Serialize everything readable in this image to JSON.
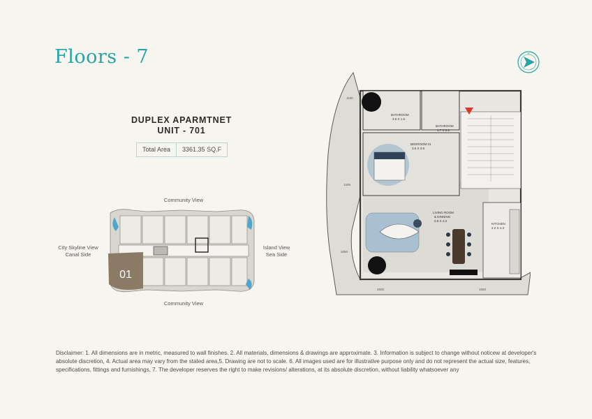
{
  "page": {
    "title": "Floors - 7"
  },
  "unit": {
    "line1": "DUPLEX APARMTNET",
    "line2": "UNIT - 701",
    "area_label": "Total Area",
    "area_value": "3361.35 SQ.F"
  },
  "keyplan": {
    "top_view": "Community View",
    "bottom_view": "Community View",
    "left_view_1": "City Skyline View",
    "left_view_2": "Canal Side",
    "right_view_1": "Island View",
    "right_view_2": "Sea Side",
    "unit_number": "01",
    "highlight_color": "#8a7a66"
  },
  "floorplan": {
    "rooms": {
      "bathroom1_name": "BATHROOM",
      "bathroom1_size": "3.5 X 1.5",
      "bathroom2_name": "BATHROOM",
      "bathroom2_size": "1.7 X 2.2",
      "bedroom_name": "BEDROOM 01",
      "bedroom_size": "3.5 X 3.8",
      "living_name_1": "LIVING ROOM",
      "living_name_2": "& DINNING",
      "living_size": "6.6 X 4.3",
      "kitchen_name": "KITCHEN",
      "kitchen_size": "2.2 X 4.3"
    },
    "dimensions": {
      "d1": "1100",
      "d2": "1405",
      "d3": "2050",
      "d4": "2500",
      "d5": "1550"
    },
    "entry_marker_color": "#d93a2b"
  },
  "disclaimer": "Disclaimer: 1. All dimensions are in metric, measured to wall finishes. 2. All materials, dimensions & drawings are approximate. 3. Information is subject to change without noticew at developer's absolute discretion, 4. Actual area may vary from the stated area,5. Drawing are not to scale. 6. All images used are for illustrative purpose only and do not represent the actual size, features, specifications, fittings and furnishings, 7. The developer reserves the right to make revisions/ alterations, at its absolute discretion, without liability whatsoever any"
}
